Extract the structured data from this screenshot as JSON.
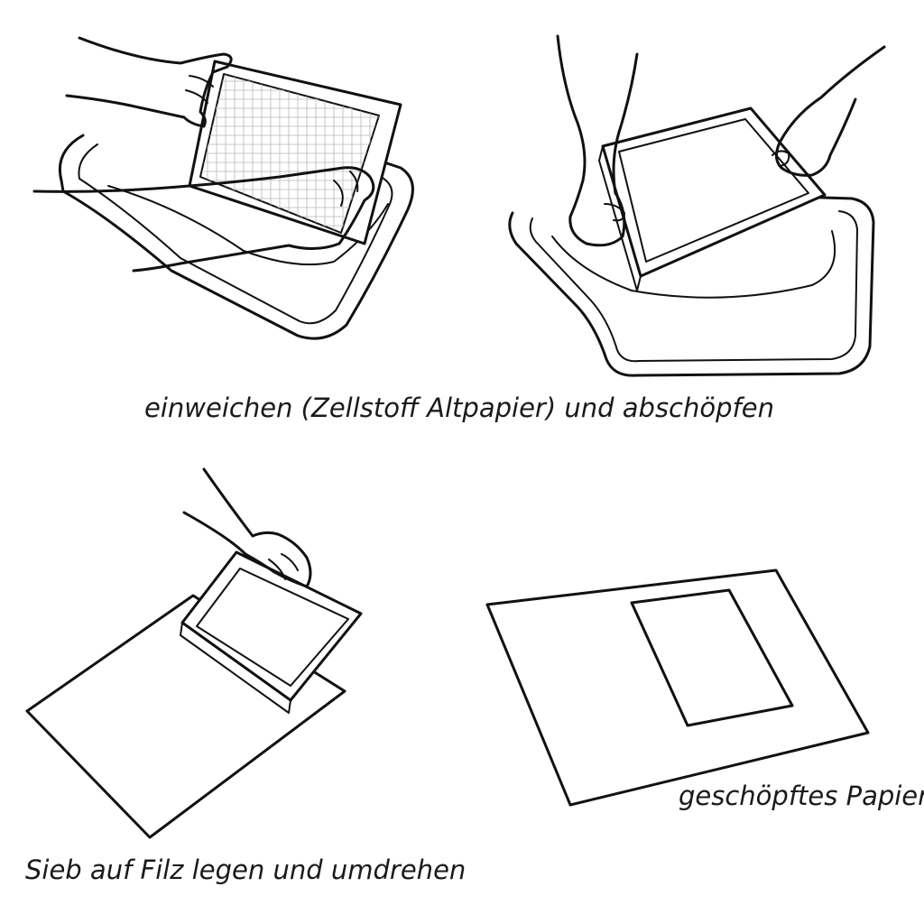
{
  "captions": {
    "step1": "einweichen (Zellstoff Altpapier) und abschöpfen",
    "step2": "Sieb auf Filz legen und umdrehen",
    "step3": "geschöpftes Papier"
  },
  "colors": {
    "ink": "#111111",
    "grid": "#b8b8b8",
    "background": "#ffffff"
  }
}
